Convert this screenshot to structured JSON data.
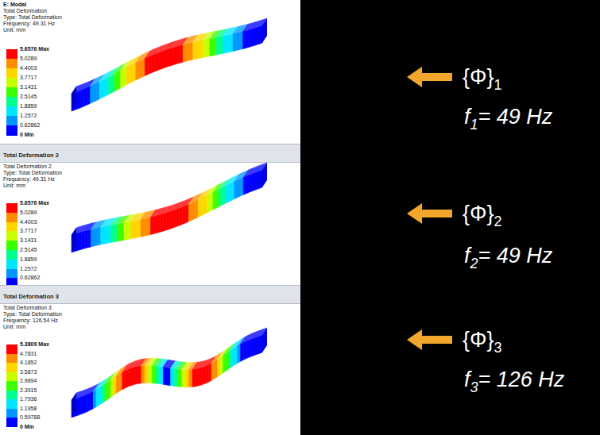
{
  "diagram": {
    "nodes": [
      {
        "text": [
          "Total Deformation 2"
        ]
      },
      {
        "text": [
          "Total Deformation 3"
        ]
      }
    ],
    "labels": [
      "E: Modal",
      "Total Deformation",
      "Type: Total Deformation",
      "Frequency: 49.31 Hz",
      "Unit: mm",
      "0 Min",
      "E: Modal",
      "Total Deformation 2",
      "Type: Total Deformation",
      "Frequency: 49.31 Hz",
      "Unit: mm",
      "0 Min",
      "E: Modal",
      "Total Deformation 3",
      "Type: Total Deformation",
      "Frequency: 126.54 Hz",
      "Unit: mm",
      "0 Min",
      "{Φ}",
      "1",
      "f",
      "1",
      "= 49 Hz",
      "{Φ}",
      "2",
      "f",
      "2",
      "= 49 Hz",
      "{Φ}",
      "3",
      "f",
      "3",
      "= 126 Hz"
    ],
    "legend": [
      {
        "text": "5.6576 Max",
        "color": "#ff0000"
      },
      {
        "text": "5.0289",
        "color": "#ff8c00"
      },
      {
        "text": "4.4003",
        "color": "#ffd500"
      },
      {
        "text": "3.7717",
        "color": "#c8ff00"
      },
      {
        "text": "3.1431",
        "color": "#3cff00"
      },
      {
        "text": "2.5145",
        "color": "#00ff8c"
      },
      {
        "text": "1.8859",
        "color": "#00e6ff"
      },
      {
        "text": "1.2572",
        "color": "#0096ff"
      },
      {
        "text": "0.62862",
        "color": "#0000ff"
      },
      {
        "text": "5.6576 Max",
        "color": "#ff0000"
      },
      {
        "text": "5.0289",
        "color": "#ff8c00"
      },
      {
        "text": "4.4003",
        "color": "#ffd500"
      },
      {
        "text": "3.7717",
        "color": "#c8ff00"
      },
      {
        "text": "3.1431",
        "color": "#3cff00"
      },
      {
        "text": "2.5145",
        "color": "#00ff8c"
      },
      {
        "text": "1.8859",
        "color": "#00e6ff"
      },
      {
        "text": "1.2572",
        "color": "#0096ff"
      },
      {
        "text": "0.62862",
        "color": "#0000ff"
      },
      {
        "text": "5.3809 Max",
        "color": "#ff0000"
      },
      {
        "text": "4.7831",
        "color": "#ff8c00"
      },
      {
        "text": "4.1852",
        "color": "#ffd500"
      },
      {
        "text": "3.5873",
        "color": "#c8ff00"
      },
      {
        "text": "2.9894",
        "color": "#3cff00"
      },
      {
        "text": "2.3915",
        "color": "#00ff8c"
      },
      {
        "text": "1.7936",
        "color": "#00e6ff"
      },
      {
        "text": "1.1958",
        "color": "#0096ff"
      },
      {
        "text": "0.59788",
        "color": "#0000ff"
      }
    ]
  }
}
